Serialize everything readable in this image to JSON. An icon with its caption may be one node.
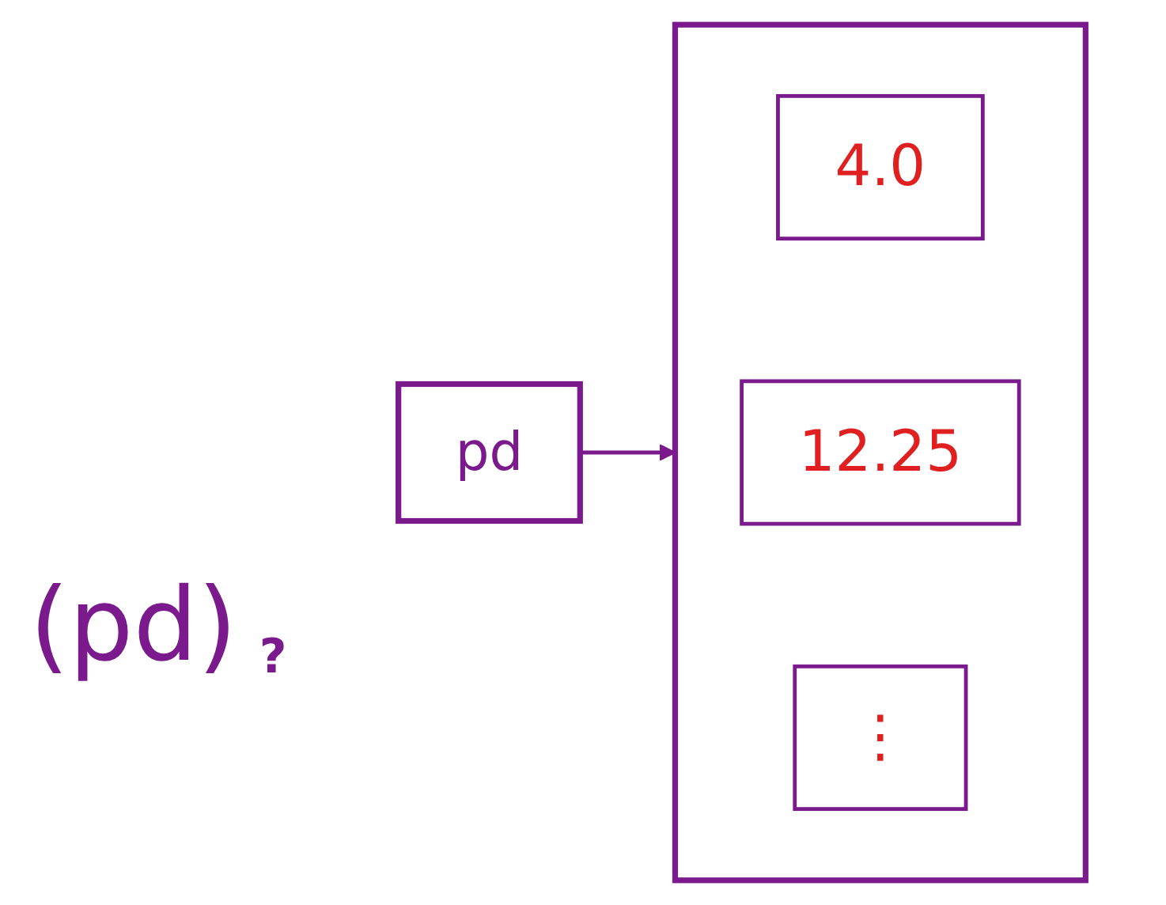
{
  "diagram": {
    "nodes": [
      {
        "text": [
          "pd"
        ]
      },
      {
        "text": [],
        "shape": "box"
      },
      {
        "text": [
          "4.0"
        ],
        "in": 1
      },
      {
        "text": [
          "12.25"
        ],
        "in": 1
      },
      {
        "text": [
          "⋮"
        ],
        "in": 1
      }
    ],
    "edges": [
      {
        "from": 0,
        "to": 1,
        "arrow": "to"
      }
    ],
    "labels": [
      "(pd)",
      "?"
    ]
  }
}
